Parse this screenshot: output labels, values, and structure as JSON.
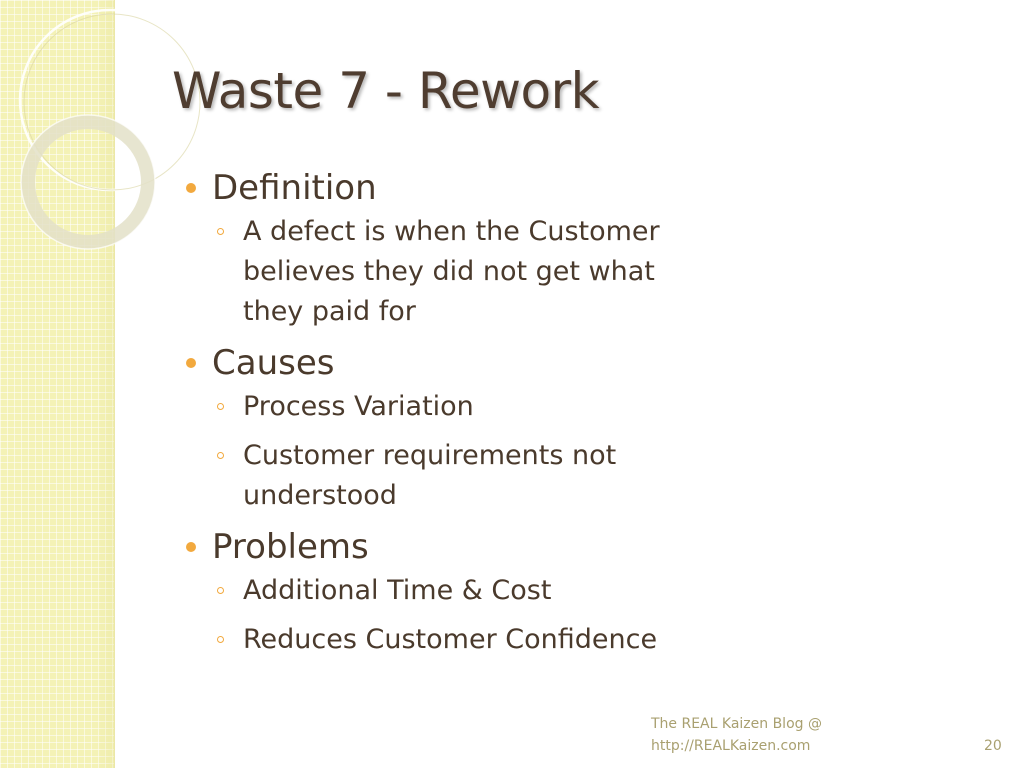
{
  "slide": {
    "title": "Waste 7 - Rework",
    "bullets": [
      {
        "label": "Definition",
        "subitems": [
          "A defect is when the Customer believes they did not get what they paid for"
        ]
      },
      {
        "label": "Causes",
        "subitems": [
          "Process Variation",
          "Customer requirements not understood"
        ]
      },
      {
        "label": "Problems",
        "subitems": [
          "Additional Time & Cost",
          "Reduces Customer Confidence"
        ]
      }
    ],
    "footer_line1": "The REAL Kaizen Blog @",
    "footer_line2": "http://REALKaizen.com",
    "page_number": "20"
  },
  "colors": {
    "title": "#4f3d30",
    "text": "#4a3a2c",
    "bullet": "#f2a93e",
    "sidebar": "#f4f2b6",
    "footer": "#a9a070"
  }
}
